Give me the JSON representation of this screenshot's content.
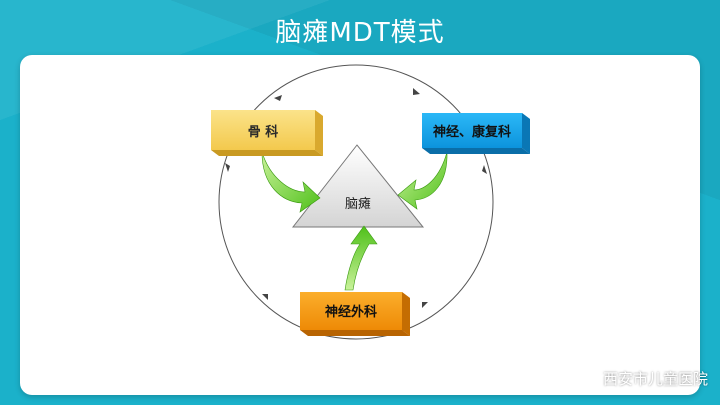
{
  "title": "脑瘫MDT模式",
  "center": "脑瘫",
  "boxes": {
    "orthopedics": "骨 科",
    "neuro_rehab": "神经、康复科",
    "neurosurgery": "神经外科"
  },
  "watermark": "西安市儿童医院",
  "colors": {
    "background": "#1ab3cc",
    "yellow_box": "#f8d96a",
    "blue_box": "#1aa8f0",
    "orange_box": "#f59a12",
    "arrow_green": "#6fd626"
  },
  "icons": [
    "wechat-icon"
  ]
}
